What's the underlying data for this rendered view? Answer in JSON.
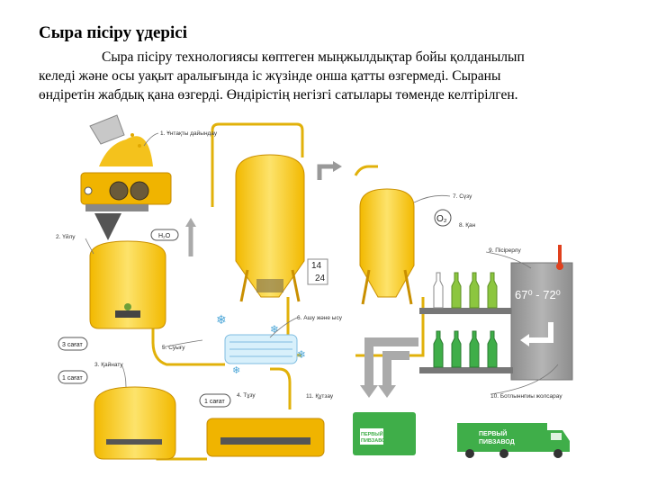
{
  "title": "Сыра пісіру үдерісі",
  "paragraph": {
    "line1": "Сыра пісіру технологиясы көптеген мыңжылдықтар бойы қолданылып",
    "line2": "келеді және осы уақыт аралығында іс жүзінде онша қатты өзгермеді. Сыраны",
    "line3": "өндіретін жабдық қана өзгерді. Өндірістің негізгі сатылары төменде келтірілген."
  },
  "diagram": {
    "steps": {
      "s1": "1. Ұнтақты дайындау",
      "s2": "2. Үйлу",
      "s3": "3. Қайнату",
      "s4": "4. Тұзу",
      "s5": "5. Суығу",
      "s6": "6. Ашу және ысу",
      "s7": "7. Сүзу",
      "s8": "8. Қан",
      "s9": "9. Пісірерлу",
      "s10": "10. Ботлыннпиы жолсарау",
      "s11": "11. Құтзау"
    },
    "water": "H₂O",
    "oxygen": "O₂",
    "days_top": "14",
    "days_bottom": "24",
    "time_a": "3 сағат",
    "time_b": "1 сағат",
    "time_c": "1 сағат",
    "temperature": "67⁰ - 72⁰",
    "brand_line1": "ПЕРВЫЙ",
    "brand_line2": "ПИВЗАВОД",
    "colors": {
      "beer": "#f5c518",
      "beer_light": "#fbe38a",
      "machine": "#f0b400",
      "pipe": "#d9a800",
      "green": "#3fae49",
      "bottle": "#8cc63f",
      "grey": "#9b9b9b"
    }
  }
}
